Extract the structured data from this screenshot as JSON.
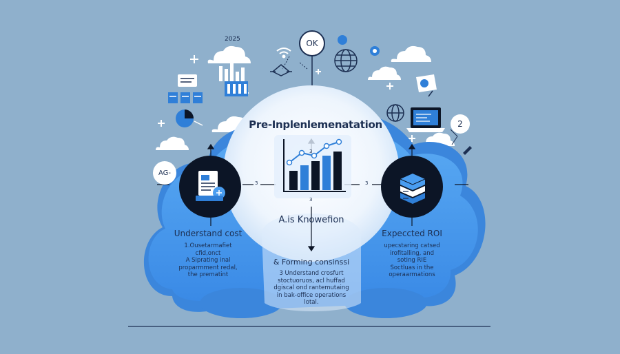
{
  "header": {
    "year_tag": "2025",
    "ok_bubble": "OK",
    "right_badge": "2"
  },
  "left_badge": "AG-",
  "center": {
    "title": "Pre-Inplenlemenatation",
    "step_top": "3",
    "step_bottom": "3",
    "subtitle": "A.is Knowefion",
    "heading": "& Forming consinssi",
    "body": [
      "3 Understand crosfurt",
      "stoctuoruos, acl huffad",
      "dgiscal ond rantemutaing",
      "in bak-office operations",
      "lotal."
    ]
  },
  "left": {
    "heading": "Understand cost",
    "connector": "3",
    "body": [
      "1.Ousetarmafiet",
      "cfid,onct",
      "A Siprating inal",
      "proparmment redal,",
      "the prematint"
    ]
  },
  "right": {
    "heading": "Expeccted ROI",
    "connector": "3",
    "body": [
      "upecstaring catsed",
      "irofitalling, and",
      "soting RIE",
      "Soctluas in the",
      "operaarmations"
    ]
  },
  "colors": {
    "background": "#8fb0cc",
    "cloud_blue": "#4a9df0",
    "cloud_dark": "#2f7fd8",
    "circle_dark": "#0c1526",
    "center_light": "#eaf3fd",
    "text_dark": "#1c2f52"
  },
  "icons": [
    "cloud-icon",
    "wifi-icon",
    "globe-icon",
    "drone-icon",
    "bar-chart-icon",
    "document-icon",
    "server-stack-icon",
    "laptop-icon",
    "pie-chart-icon",
    "pen-icon",
    "ok-speech-bubble-icon"
  ]
}
